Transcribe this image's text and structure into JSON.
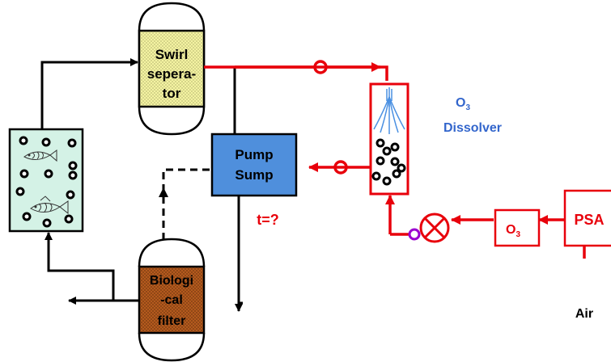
{
  "swirl_separator": {
    "line1": "Swirl",
    "line2": "sepera-",
    "line3": "tor"
  },
  "pump_sump": {
    "line1": "Pump",
    "line2": "Sump"
  },
  "biological_filter": {
    "line1": "Biologi",
    "line2": "-cal",
    "line3": "filter"
  },
  "ozone_dissolver": {
    "formula": "O",
    "subscript": "3",
    "name": "Dissolver"
  },
  "ozone_generator": {
    "formula": "O",
    "subscript": "3"
  },
  "psa": {
    "label": "PSA"
  },
  "air": {
    "label": "Air"
  },
  "time_question": {
    "label": "t=?"
  },
  "colors": {
    "fish_tank_fill": "#d4f2e6",
    "separator_fill": "#f4f3a2",
    "pump_sump_fill": "#4f8fdc",
    "bio_filter_fill": "#b45a1e",
    "ozone_line": "#e8000b",
    "dissolver_label": "#3366cc",
    "valve_accent": "#9a00d0"
  }
}
